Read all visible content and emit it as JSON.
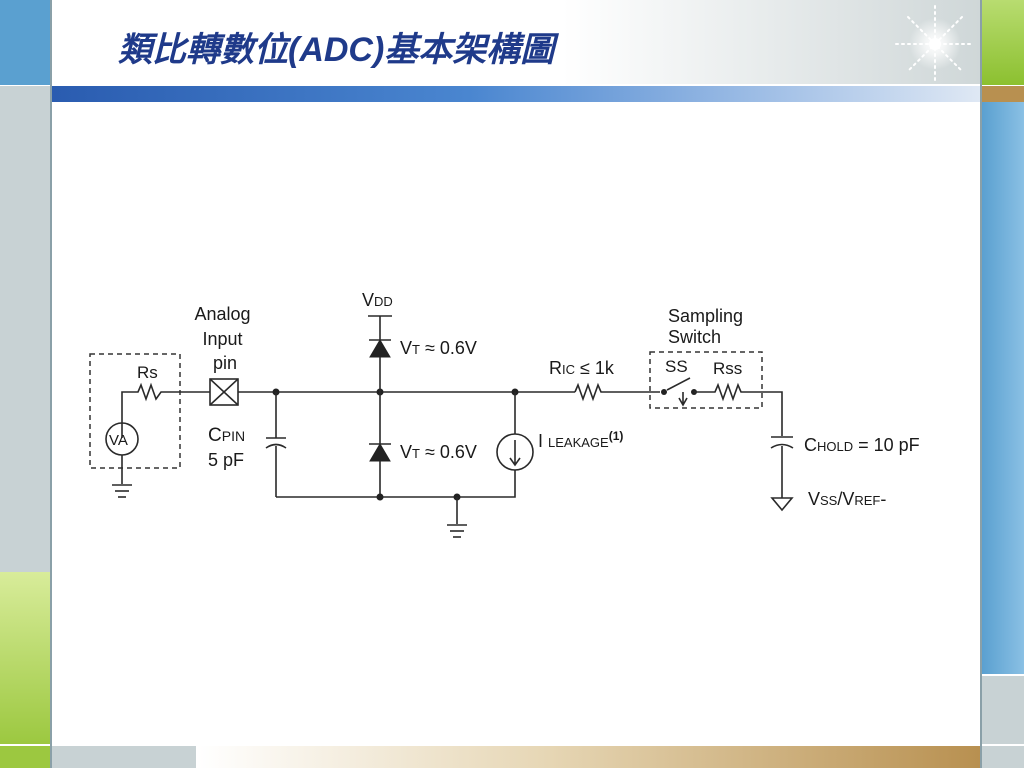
{
  "slide": {
    "title_pre": "類比轉數位",
    "title_mid": "(ADC)",
    "title_post": "基本架構圖",
    "colors": {
      "title": "#1f3a8a",
      "band_blue": "#3a78c8",
      "band_tan": "#b89050",
      "accent_green": "#9cc840",
      "panel_blue": "#5aa0d0"
    }
  },
  "circuit": {
    "rs": "Rs",
    "va": "VA",
    "analog_input_pin": [
      "Analog",
      "Input",
      "pin"
    ],
    "cpin": {
      "sym": "C",
      "sub": "PIN",
      "value": "5 pF"
    },
    "vdd": {
      "sym": "V",
      "sub": "DD"
    },
    "vt_top": {
      "sym": "V",
      "sub": "T",
      "text": " ≈ 0.6V"
    },
    "vt_bottom": {
      "sym": "V",
      "sub": "T",
      "text": " ≈ 0.6V"
    },
    "ric": {
      "sym": "R",
      "sub": "IC",
      "text": " ≤ 1k"
    },
    "ileakage": {
      "sym": "I ",
      "sub": "LEAKAGE",
      "note": "(1)"
    },
    "sampling_switch": [
      "Sampling",
      "Switch"
    ],
    "ss": "SS",
    "rss": "Rss",
    "chold": {
      "sym": "C",
      "sub": "HOLD",
      "text": " = 10 pF"
    },
    "vss": {
      "sym1": "V",
      "sub1": "SS",
      "slash": "/V",
      "sub2": "REF",
      "tail": "-"
    }
  }
}
